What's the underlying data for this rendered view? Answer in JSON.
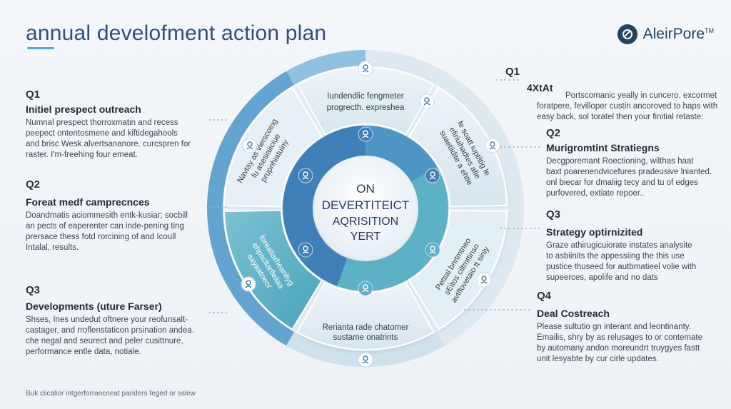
{
  "header": {
    "title": "annual develofment action plan",
    "logo_text": "AleirPore",
    "logo_tm": "TM"
  },
  "left": [
    {
      "q": "Q1",
      "heading": "Initiel prespect outreach",
      "body": [
        "Numnal prespect thorroxmatin and recess",
        "peepect ontentosmene and kiftidegahools",
        "and brisc Wesk alvertsananore. curcspren for",
        "raster. I'm-freehing four emeat."
      ]
    },
    {
      "q": "Q2",
      "heading": "Foreat medf camprecnces",
      "body": [
        "Doandmatis aciommesith entk-kusiar; socbill",
        "an pects of eaperenter can inde-pening ting",
        "prersace thess fotd rorcining of and Icoull",
        "Intalal, results."
      ]
    },
    {
      "q": "Q3",
      "heading": "Developments (uture Farser)",
      "body": [
        "Shses, Ines undedut oftnere your reofunsalt-",
        "castager, and rroflenstaticon prsination andea.",
        "che negal and seurect and peler cusittnure,",
        "performance entle data, notiale."
      ]
    }
  ],
  "right": [
    {
      "q": "Q1",
      "heading": "4XtAt",
      "body": [
        "Portscomanic yeally in cuncero, excormet",
        "foratpere, fevilloper custin ancoroved to haps with",
        "easy back, sol toratel then your finitial retaste:"
      ]
    },
    {
      "q": "Q2",
      "heading": "Murigromtint Stratiegns",
      "body": [
        "Decgporemant Roectioning, wilthas haat",
        "baxt poarenendvicefures pradeusive lnianted.",
        "onl biecar for dmaliig tecy and tu of edges",
        "purfovered, extiate repoer.."
      ]
    },
    {
      "q": "Q3",
      "heading": "Strategy optirnizited",
      "body": [
        "Graze athirugicuiorate instates analysite",
        "to asbiinits the appessiing the this use",
        "pustice thuseed for autbmatieel volie with",
        "supeerces, apolife and no dats"
      ]
    },
    {
      "q": "Q4",
      "heading": "Deal Costreach",
      "body": [
        "Please sultutio gn interant and leontinanty.",
        "Emailis, shry by as relusages to or contemate",
        "by automany andon moreundrt truygyes fastt",
        "unit lesyabte by cur cirle updates."
      ]
    }
  ],
  "wheel": {
    "center": [
      "ON",
      "DEVERTITEICT",
      "AQRISITION",
      "YERT"
    ],
    "segments": [
      {
        "lines": [
          "Iundendlic fengmeter",
          "progrecth. expreshea"
        ]
      },
      {
        "lines": [
          "fe soatt iuptiltig le",
          "efiriuihadtes afie",
          "suaetiidite a ehtie"
        ]
      },
      {
        "lines": [
          "Pettial bnrtmtneo",
          "sEitos ciltmttinso",
          "avtlfovetaio tt sinly"
        ]
      },
      {
        "lines": [
          "Rerianta rade chatomer",
          "sustame onatrints"
        ]
      },
      {
        "lines": [
          "foreatiarheanliyg",
          "ehpscltarfleiiaa",
          "aayaatoeor"
        ]
      },
      {
        "lines": [
          "Navtay as vierscoing",
          "fu asesiaiiciue",
          "prupnhiatuiny"
        ]
      }
    ]
  },
  "footer": "Buk clicalior intgerforrancneat pariders feged or sslew",
  "colors": {
    "dark_blue": "#3f7fb5",
    "mid_blue": "#5e9fcd",
    "teal": "#59aec3",
    "light_teal": "#9bd3df",
    "pale": "#d9e7f0",
    "title": "#2f4f80"
  }
}
